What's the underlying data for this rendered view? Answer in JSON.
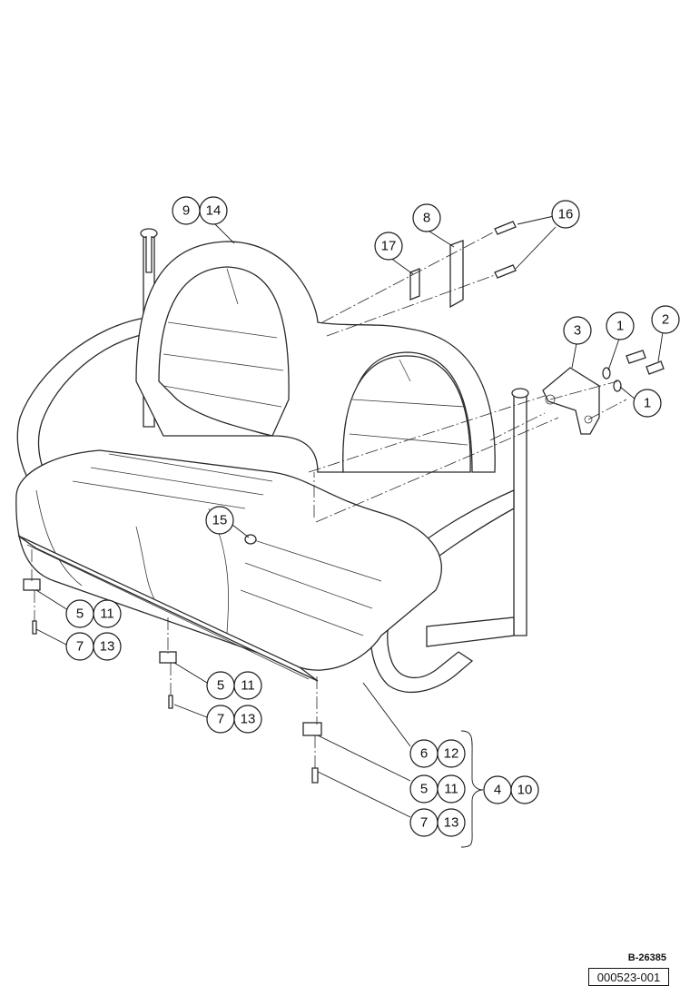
{
  "figure": {
    "drawing_number": "B-26385",
    "document_number": "000523-001",
    "callouts": [
      {
        "id": "c9",
        "label": "9"
      },
      {
        "id": "c14",
        "label": "14"
      },
      {
        "id": "c8",
        "label": "8"
      },
      {
        "id": "c17",
        "label": "17"
      },
      {
        "id": "c16",
        "label": "16"
      },
      {
        "id": "c3",
        "label": "3"
      },
      {
        "id": "c1a",
        "label": "1"
      },
      {
        "id": "c2",
        "label": "2"
      },
      {
        "id": "c1b",
        "label": "1"
      },
      {
        "id": "c15",
        "label": "15"
      },
      {
        "id": "c5a",
        "label": "5"
      },
      {
        "id": "c11a",
        "label": "11"
      },
      {
        "id": "c7a",
        "label": "7"
      },
      {
        "id": "c13a",
        "label": "13"
      },
      {
        "id": "c5b",
        "label": "5"
      },
      {
        "id": "c11b",
        "label": "11"
      },
      {
        "id": "c7b",
        "label": "7"
      },
      {
        "id": "c13b",
        "label": "13"
      },
      {
        "id": "c6",
        "label": "6"
      },
      {
        "id": "c12",
        "label": "12"
      },
      {
        "id": "c5c",
        "label": "5"
      },
      {
        "id": "c11c",
        "label": "11"
      },
      {
        "id": "c7c",
        "label": "7"
      },
      {
        "id": "c13c",
        "label": "13"
      },
      {
        "id": "c4",
        "label": "4"
      },
      {
        "id": "c10",
        "label": "10"
      }
    ]
  }
}
